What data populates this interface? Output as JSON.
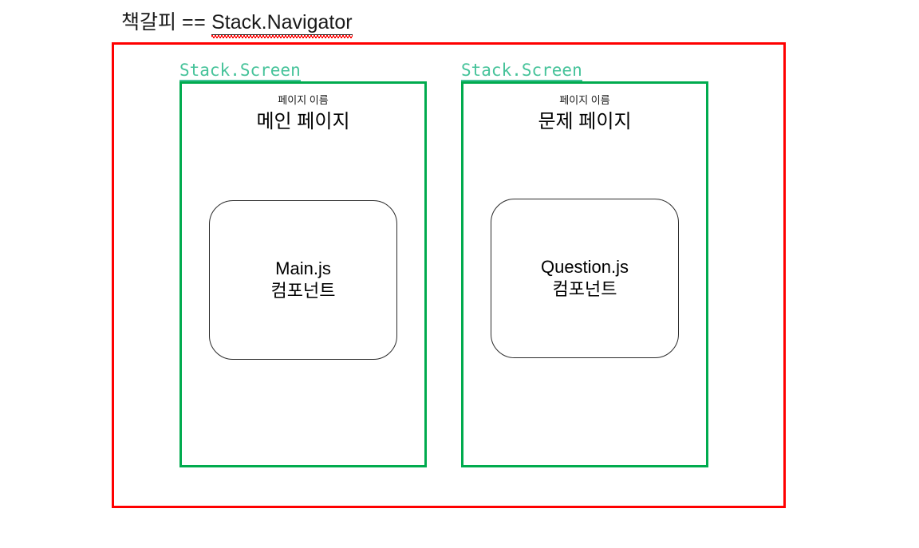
{
  "diagram": {
    "title": {
      "korean_term": "책갈피",
      "operator": "==",
      "code_token": "Stack.Navigator"
    },
    "navigator": {
      "type": "Stack.Navigator",
      "border_color": "#ff0000"
    },
    "screens": [
      {
        "label": "Stack.Screen",
        "label_color": "#46c39a",
        "border_color": "#00ab4e",
        "page_name_caption": "페이지 이름",
        "page_name_value": "메인 페이지",
        "component": {
          "file": "Main.js",
          "kind": "컴포넌트"
        }
      },
      {
        "label": "Stack.Screen",
        "label_color": "#46c39a",
        "border_color": "#00ab4e",
        "page_name_caption": "페이지 이름",
        "page_name_value": "문제 페이지",
        "component": {
          "file": "Question.js",
          "kind": "컴포넌트"
        }
      }
    ]
  }
}
